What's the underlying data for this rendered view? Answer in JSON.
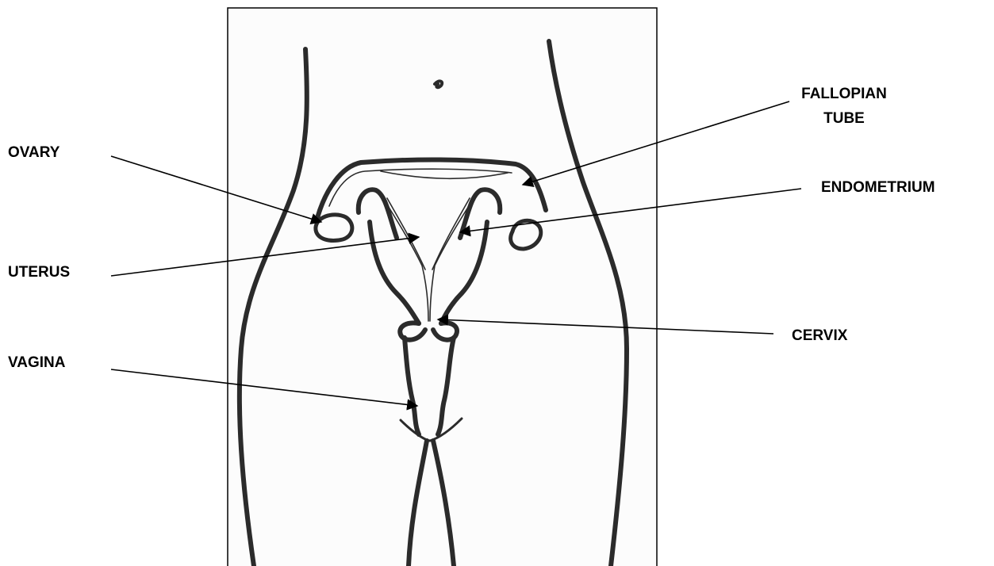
{
  "diagram": {
    "labels": {
      "fallopian_tube_line1": "FALLOPIAN",
      "fallopian_tube_line2": "TUBE",
      "ovary": "OVARY",
      "endometrium": "ENDOMETRIUM",
      "uterus": "UTERUS",
      "cervix": "CERVIX",
      "vagina": "VAGINA"
    },
    "colors": {
      "ink": "#2b2b2b",
      "paper": "#fcfcfc",
      "frame": "#000000",
      "text": "#000000"
    }
  }
}
